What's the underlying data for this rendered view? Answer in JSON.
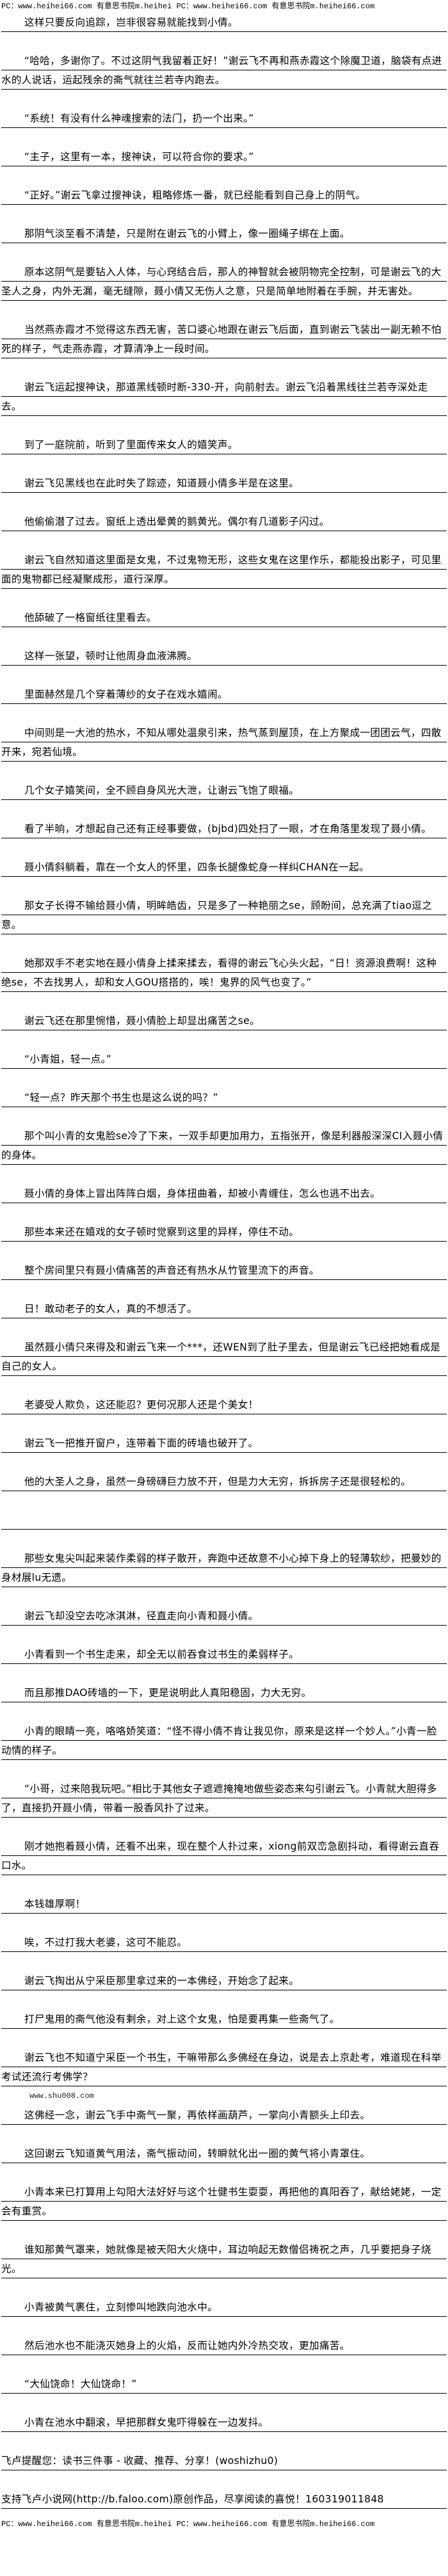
{
  "watermark": "PC：www.heihei66.com 有意思书院m.heihei PC：www.heihei66.com 有意思书院m.heihei66.com",
  "paragraphs": [
    {
      "text": "这样只要反向追踪，岂非很容易就能找到小倩。"
    },
    {
      "text": "“哈哈，多谢你了。不过这阴气我留着正好！”谢云飞不再和燕赤霞这个除魔卫道，脑袋有点进水的人说话，运起残余的斋气就往兰若寺内跑去。"
    },
    {
      "text": "“系统！有没有什么神魂搜索的法门，扔一个出来。”"
    },
    {
      "text": "“主子，这里有一本，搜神诀，可以符合你的要求。”"
    },
    {
      "text": "“正好。”谢云飞拿过搜神诀，粗略修炼一番，就已经能看到自己身上的阴气。"
    },
    {
      "text": "那阴气淡至看不清楚，只是附在谢云飞的小臂上，像一圈绳子绑在上面。"
    },
    {
      "text": "原本这阴气是要钻入人体，与心窍结合后，那人的神智就会被阴物完全控制，可是谢云飞的大圣人之身，内外无漏，毫无缝隙，聂小倩又无伤人之意，只是简单地附着在手腕，并无害处。"
    },
    {
      "text": "当然燕赤霞才不觉得这东西无害，苦口婆心地跟在谢云飞后面，直到谢云飞装出一副无赖不怕死的样子，气走燕赤霞，才算清净上一段时间。"
    },
    {
      "text": "谢云飞运起搜神诀，那道黑线顿时断-330-开，向前射去。谢云飞沿着黑线往兰若寺深处走去。"
    },
    {
      "text": "到了一庭院前，听到了里面传来女人的嬉笑声。"
    },
    {
      "text": "谢云飞见黑线也在此时失了踪迹，知道聂小倩多半是在这里。"
    },
    {
      "text": "他偷偷潜了过去。窗纸上透出晕黄的鹅黄光。偶尔有几道影子闪过。"
    },
    {
      "text": "谢云飞自然知道这里面是女鬼，不过鬼物无形，这些女鬼在这里作乐，都能投出影子，可见里面的鬼物都已经凝聚成形，道行深厚。"
    },
    {
      "text": "他舔破了一格窗纸往里看去。"
    },
    {
      "text": "这样一张望，顿时让他周身血液沸腾。"
    },
    {
      "text": "里面赫然是几个穿着薄纱的女子在戏水嬉闹。"
    },
    {
      "text": "中间则是一大池的热水，不知从哪处温泉引来，热气蒸到屋顶，在上方聚成一团团云气，四散开来，宛若仙境。"
    },
    {
      "text": "几个女子嬉笑间，全不顾自身风光大泄，让谢云飞饱了眼福。"
    },
    {
      "text": "看了半晌，才想起自己还有正经事要做，(bjbd)四处扫了一眼，才在角落里发现了聂小倩。"
    },
    {
      "text": "聂小倩斜躺着，靠在一个女人的怀里，四条长腿像蛇身一样纠CHAN在一起。"
    },
    {
      "text": "那女子长得不输给聂小倩，明眸皓齿，只是多了一种艳丽之se，顾盼间，总充满了tiao逗之意。"
    },
    {
      "text": "她那双手不老实地在聂小倩身上揉来揉去，看得的谢云飞心头火起，“日！资源浪费啊！这种绝se，不去找男人，却和女人GOU搭搭的，唉！鬼界的风气也变了。”"
    },
    {
      "text": "谢云飞还在那里惋惜，聂小倩脸上却显出痛苦之se。"
    },
    {
      "text": "“小青姐，轻一点。”"
    },
    {
      "text": "“轻一点？昨天那个书生也是这么说的吗？”"
    },
    {
      "text": "那个叫小青的女鬼脸se冷了下来，一双手却更加用力，五指张开，像是利器般深深CI入聂小倩的身体。"
    },
    {
      "text": "聂小倩的身体上冒出阵阵白烟，身体扭曲着，却被小青缠住，怎么也逃不出去。"
    },
    {
      "text": "那些本来还在嬉戏的女子顿时觉察到这里的异样，停住不动。"
    },
    {
      "text": "整个房间里只有聂小倩痛苦的声音还有热水从竹管里流下的声音。"
    },
    {
      "text": "日！敢动老子的女人，真的不想活了。"
    },
    {
      "text": "虽然聂小倩只来得及和谢云飞来一个***，还WEN到了肚子里去，但是谢云飞已经把她看成是自己的女人。"
    },
    {
      "text": "老婆受人欺负，这还能忍？更何况那人还是个美女！"
    },
    {
      "text": "谢云飞一把推开窗户，连带着下面的砖墙也破开了。"
    },
    {
      "text": "他的大圣人之身，虽然一身磅礴巨力放不开，但是力大无穷，拆拆房子还是很轻松的。"
    },
    {
      "text": ""
    },
    {
      "text": "那些女鬼尖叫起来装作柔弱的样子散开，奔跑中还故意不小心掉下身上的轻薄软纱，把曼妙的身材展lu无遗。"
    },
    {
      "text": "谢云飞却没空去吃冰淇淋，径直走向小青和聂小倩。"
    },
    {
      "text": "小青看到一个书生走来，却全无以前吞食过书生的柔弱样子。"
    },
    {
      "text": "而且那推DAO砖墙的一下，更是说明此人真阳稳固，力大无穷。"
    },
    {
      "text": "小青的眼睛一亮，咯咯娇笑道：“怪不得小倩不肯让我见你，原来是这样一个妙人。”小青一脸动情的样子。"
    },
    {
      "text": "“小哥，过来陪我玩吧。”相比于其他女子遮遮掩掩地做些姿态来勾引谢云飞。小青就大胆得多了，直接扔开聂小倩，带着一股香风扑了过来。"
    },
    {
      "text": "刚才她抱着聂小倩，还看不出来，现在整个人扑过来，xiong前双峦急剧抖动，看得谢云直吞口水。"
    },
    {
      "text": "本钱雄厚啊！"
    },
    {
      "text": "唉，不过打我大老婆，这可不能忍。"
    },
    {
      "text": "谢云飞掏出从宁采臣那里拿过来的一本佛经，开始念了起来。"
    },
    {
      "text": "打尸鬼用的斋气他没有剩余，对上这个女鬼，怕是要再集一些斋气了。"
    },
    {
      "text": "谢云飞也不知道宁采臣一个书生，干嘛带那么多佛经在身边，说是去上京赴考，难道现在科举考试还流行考佛学？"
    },
    {
      "text": "www.shu008.com",
      "type": "site-mark"
    },
    {
      "text": "这佛经一念，谢云飞手中斋气一聚，再依样画葫芦，一掌向小青额头上印去。"
    },
    {
      "text": "这回谢云飞知道黄气用法，斋气振动间，转瞬就化出一圈的黄气将小青罩住。"
    },
    {
      "text": "小青本来已打算用上勾阳大法好好与这个壮健书生耍耍，再把他的真阳吞了，献给姥姥，一定会有重赏。"
    },
    {
      "text": "谁知那黄气罩来，她就像是被天阳大火烧中，耳边响起无数僧侣祷祝之声，几乎要把身子烧光。"
    },
    {
      "text": "小青被黄气裹住，立刻惨叫地跌向池水中。"
    },
    {
      "text": "然后池水也不能浇灭她身上的火焰，反而让她内外冷热交攻，更加痛苦。"
    },
    {
      "text": "“大仙饶命！大仙饶命！”"
    },
    {
      "text": "小青在池水中翻滚，早把那群女鬼吓得躲在一边发抖。"
    },
    {
      "text": "飞卢提醒您：读书三件事 - 收藏、推荐、分享！(woshizhu0)",
      "type": "footer"
    },
    {
      "text": "支持飞卢小说网(http://b.faloo.com)原创作品，尽享阅读的喜悦！160319011848",
      "type": "footer"
    }
  ]
}
